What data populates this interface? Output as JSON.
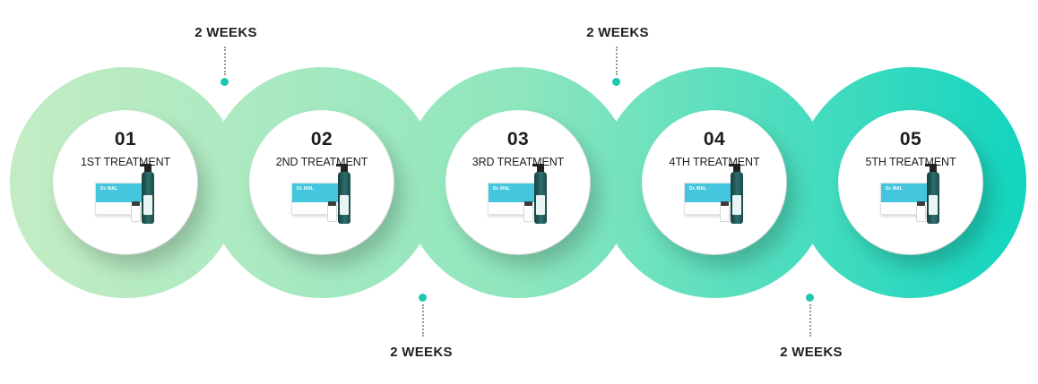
{
  "interval_label": "2 WEEKS",
  "treatments": [
    {
      "number": "01",
      "title": "1ST TREATMENT"
    },
    {
      "number": "02",
      "title": "2ND TREATMENT"
    },
    {
      "number": "03",
      "title": "3RD TREATMENT"
    },
    {
      "number": "04",
      "title": "4TH TREATMENT"
    },
    {
      "number": "05",
      "title": "5TH TREATMENT"
    }
  ],
  "product_brand": "Dr. MAL",
  "colors": {
    "ring_start": "#c5ecc4",
    "ring_end": "#0fd4bf",
    "dot": "#1fc7b0",
    "box_accent": "#44c6df",
    "text": "#1d1d1d"
  }
}
